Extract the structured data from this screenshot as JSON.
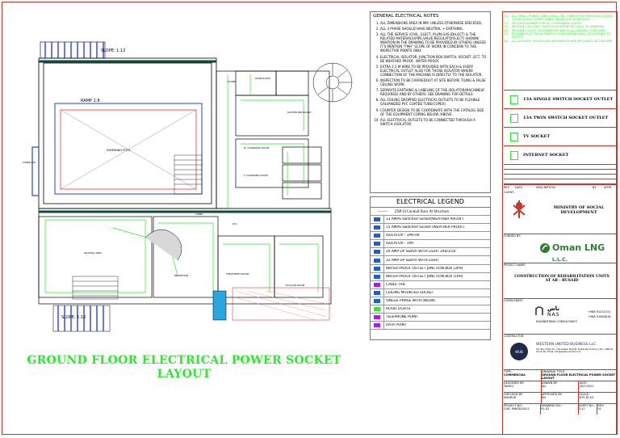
{
  "drawing": {
    "slope_top": "SLOPE: 1:12",
    "slope_bottom": "SLOPE: 1:12",
    "ramp": "RAMP 1:8",
    "rooms": {
      "swimming_pool": "SWIMMING POOL",
      "fireplace": "FIREPLACE",
      "store": "STORE",
      "pump_room": "PUMP ROOM",
      "master_bedroom": "MASTER BEDROOM",
      "changing_room_1": "M. CHANGING ROOM",
      "changing_room_2": "F. CHANGING ROOM",
      "waiting_area": "WAITING AREA",
      "reception": "RECEPTION",
      "treatment_room": "TREATMENT ROOM",
      "doctor_room": "DOCTOR ROOM",
      "lobby": "LOBBY",
      "wc": "W.C"
    },
    "title_line1": "GROUND FLOOR ELECTRICAL POWER SOCKET",
    "title_line2": "LAYOUT"
  },
  "general_notes": {
    "heading": "GENERAL ELECTRICAL NOTES",
    "items": [
      "ALL DIMENSIONS AREA IN MM. UNLESS OTHERWISE SPECIFIED.",
      "ALL 3 PHASE SHOULD HAVE NEUTRAL + EARTHING.",
      "ALL THE SERVICE (CIVIL, ELECT, PLUM,GAS,IDH,ECT) & THE RELATED MATERIALS(PIPE,VALVE,REGULATORS,ECT) SHOWN/ MENTION IN THE DRAWING TO BE PROVIDED BY OTHERS UNLESS IT'S MENTION \"FMH\" SCOPE OF WORK IN CONCERN TO THE INSPECTIVE POINTS ONLY.",
      "ELECTRICAL ISOLATOR, JUNCTION BOX,SWITCH, SOCKET ,ECT, TO BE WEATHER PROOF, WATER PROOF.",
      "EXTRA 2.5 M WIRE TO BE PROVIDED WITH EACH & EVERY ELECTRICAL OUTLET ALSO FOR THOSE ISOLATOR WHERE CONNECTION OF THE MACHINE IS DIRECTLY TO THE ISOLATOR.",
      "INSPECTION TO BE CARRIEDOUT AT SITE BEFORE TILING & FALSE CEILING WORK.",
      "SEPARATE EARTHING & LABELING OF THE ISOLATOR(MACHINE(IF REQUIRED) AND BY OTHERS. SEE DRAWING FOR DETAILS.",
      "ALL CEILING DROPPED ELECTRICAL OUTLETS TO BE FLEXIBLE GALVANIZED PVC COATED TUBE(COPEX).",
      "COUNTER DESIGN TO BE COORDINATE WITH THE CATALOG SIZE OF THE EQUIPMENT COPING BELOW /ABOVE.",
      "ALL ELECTRICAL OUTLETS TO BE CONNECTED THROUGH A SWITCH /ISOLATOR."
    ]
  },
  "legend": {
    "heading": "ELECTRICAL LEGEND",
    "sub": "25Ø GI Conduit Runs At Structure",
    "rows": [
      {
        "icon": "weatherproof-socket-icon",
        "color": "#1a5fd6",
        "label": "13 AMPS Switched Socket(WEATHER PROOF)"
      },
      {
        "icon": "weatherproof-socket-icon",
        "color": "#1a5fd6",
        "label": "15 AMPS Switched Socket (WEATHER PROOF)"
      },
      {
        "icon": "isolator-icon",
        "color": "#1a5fd6",
        "label": "ISOLATOR - 3PH+N"
      },
      {
        "icon": "isolator-icon",
        "color": "#1a5fd6",
        "label": "ISOLATOR - 1PH"
      },
      {
        "icon": "dp-switch-icon",
        "color": "#1a5fd6",
        "label": "20 AMP DP Switch WITH LIGHT 240/1/50"
      },
      {
        "icon": "dp-switch-icon",
        "color": "#1a5fd6",
        "label": "32 AMP DP Switch WITH LIGHT"
      },
      {
        "icon": "junction-box-icon",
        "color": "#1a5fd6",
        "label": "WATER PROOF OUTLET JUNCTION BOX (3PH)"
      },
      {
        "icon": "junction-box-icon",
        "color": "#1a5fd6",
        "label": "WATER PROOF OUTLET JUNCTION BOX (1PH)"
      },
      {
        "icon": "cable-tail-icon",
        "color": "#a020f0",
        "label": "CABLE TAIL"
      },
      {
        "icon": "ceiling-socket-icon",
        "color": "#1a5fd6",
        "label": "CEILING MOUNTED SOCKET"
      },
      {
        "icon": "single-phase-neon-icon",
        "color": "#1a5fd6",
        "label": "SINGLE PHASE WITH (NEON)"
      },
      {
        "icon": "hood-lights-icon",
        "color": "#2ee82e",
        "label": "HOOD LIGHTS"
      },
      {
        "icon": "telephone-point-icon",
        "color": "#a020f0",
        "label": "TELEPHONE POINT"
      },
      {
        "icon": "data-point-icon",
        "color": "#a020f0",
        "label": "DATA POINT"
      }
    ]
  },
  "title_block": {
    "green_notes": [
      "ALL SMALL POWER CABLE SHALL BE CONDUCTED THROUGH 25 FLEX GOOD EXTRA COPPER CABLE ABOVE THE WORKSHOP.",
      "PROVIDE NUMBER FOR ALL SUSPENDED LIGHTS.",
      "PROVIDE CALL BELL SWITCH ON MOUNTING WALL TO WINDOW.",
      "PROVIDE LIGHTS ON DIFFERENT WALLS ACCORDING TO ROOMS.",
      "PROVIDE ELECTRICAL SWITCH ON MOUNTING WALL ACCORDING TO LIGHTS.",
      "ALL SOCKETS ON KITCHEN AND PANTRY ARE PROVIDED ON 1300 MM."
    ],
    "sockets": [
      "13A SINGLE SWITCH SOCKET OUTLET",
      "13A TWIN SWITCH SOCKET OUTLET",
      "TV SOCKET",
      "INTERNET SOCKET"
    ],
    "rev_headers": [
      "REV",
      "DATE",
      "DESCRIPTION",
      "BY",
      "APPR."
    ],
    "client_label": "CLIENT:",
    "client_name": "MINISTRY OF SOCIAL DEVELOPMENT",
    "funded_label": "FUNDED BY:",
    "funded_name": "Oman LNG",
    "funded_suffix": "L.L.C.",
    "project_label": "PROJECT NAME:",
    "project_name": "CONSTRUCTION OF REHABILITATION UNITS AT AR - RUSAID",
    "consultant_label": "CONSULTANT:",
    "consultant_name": "NAS",
    "consultant_ar": "ناس",
    "consultant_sub": "ENGINEERING CONSULTANCY",
    "consultant_phone1": "+968 91232311",
    "consultant_phone2": "+968 91060616",
    "contractor_label": "CONTRACTOR:",
    "contractor_logo": "WUB",
    "contractor_name": "WESTERN UNITED BUSINESS LLC",
    "contractor_address": "P.O. Box 2376, P.C. 130 Azaiba, Muscat, Sultanate of Oman | Tel: +968 24 22 24 26 | Email: info@westernunited.com",
    "type_label": "TYPE:",
    "type_value": "COMMERCIAL",
    "doc_label": "DRAWING TITLE:",
    "doc_value": "GROUND FLOOR ELECTRICAL POWER SOCKET LAYOUT",
    "date_label": "DATE:",
    "date_value": "18/7/2021",
    "designed_label": "DESIGNED BY:",
    "designed_value": "TAREQ",
    "drawn_label": "DRAWN BY:",
    "drawn_value": "AN",
    "checked_label": "CHECKED BY:",
    "checked_value": "MASRUR",
    "approved_label": "APPROVED BY:",
    "approved_value": "AN",
    "scale_label": "SCALE:",
    "scale_value": "NTS @ A3",
    "project_no_label": "PROJECT NO.:",
    "project_no_value": "CUR. MWSD/2021",
    "drawing_no_label": "DRAWING NO.:",
    "drawing_no_value": "EL-02",
    "sheet_label": "SHEET NO.:",
    "sheet_value": "1/11",
    "rev_label": "REV:",
    "rev_value": "01"
  }
}
